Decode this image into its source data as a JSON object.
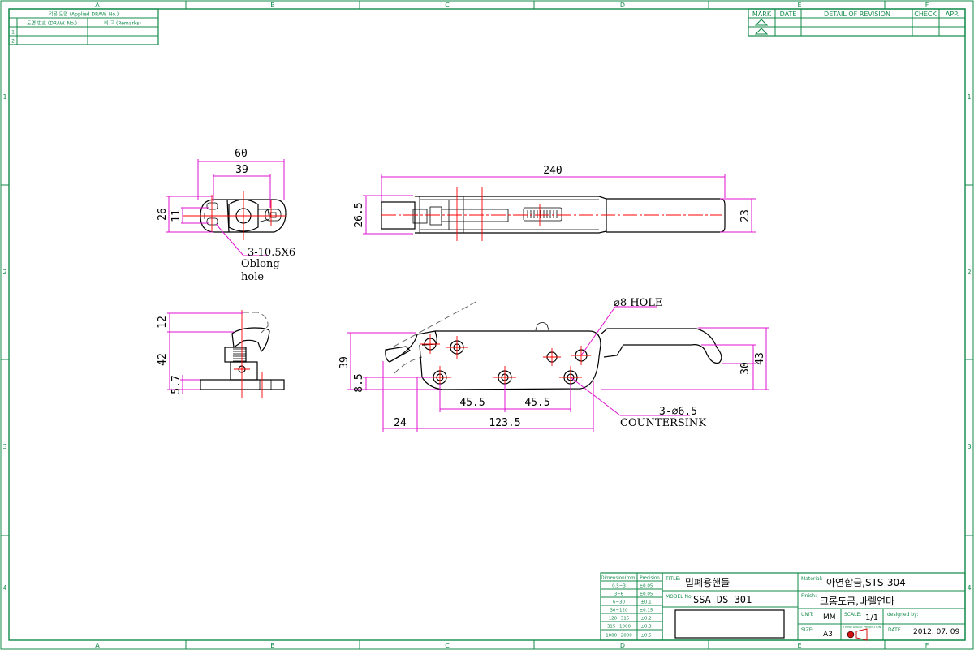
{
  "border": {
    "top_zones": [
      "A",
      "B",
      "C",
      "D",
      "E",
      "F"
    ],
    "bottom_zones": [
      "A",
      "B",
      "C",
      "D",
      "E",
      "F"
    ],
    "side_zones": [
      "1",
      "2",
      "3",
      "4"
    ]
  },
  "applied_table": {
    "header": "적용 도면 (Applied DRAW. No.)",
    "col1": "도면 번호 (DRAW. No.)",
    "col2": "비 고 (Remarks)",
    "rows": [
      "1",
      "2"
    ]
  },
  "revision_table": {
    "mark": "MARK",
    "date": "DATE",
    "detail": "DETAIL OF REVISION",
    "check": "CHECK",
    "app": "APP."
  },
  "dimensions": {
    "top_left_w60": "60",
    "top_left_w39": "39",
    "top_left_h26": "26",
    "top_left_h11": "11",
    "oblong_callout": "3-10.5X6",
    "oblong_note_1": "Oblong",
    "oblong_note_2": "hole",
    "top_right_len240": "240",
    "top_right_h26_5": "26.5",
    "top_right_h23": "23",
    "side_h12": "12",
    "side_h42": "42",
    "side_h5_7": "5.7",
    "front_hole8": "⌀8 HOLE",
    "front_h39": "39",
    "front_h8_5": "8.5",
    "front_h30": "30",
    "front_h43": "43",
    "front_w45_5a": "45.5",
    "front_w45_5b": "45.5",
    "front_w24": "24",
    "front_w123_5": "123.5",
    "countersink_callout": "3-⌀6.5",
    "countersink_note": "COUNTERSINK"
  },
  "title_block": {
    "tol_header_1": "Dimension(mm)",
    "tol_header_2": "Precision",
    "tolerances": [
      [
        "0.5~3",
        "±0.05"
      ],
      [
        "3~6",
        "±0.05"
      ],
      [
        "6~30",
        "±0.1"
      ],
      [
        "30~120",
        "±0.15"
      ],
      [
        "120~315",
        "±0.2"
      ],
      [
        "315~1000",
        "±0.3"
      ],
      [
        "1000~2000",
        "±0.5"
      ]
    ],
    "title_label": "TITLE:",
    "title_value": "밀폐용핸들",
    "model_label": "MODEL No.",
    "model_value": "SSA-DS-301",
    "material_label": "Material:",
    "material_value": "아연합금,STS-304",
    "finish_label": "Finish:",
    "finish_value": "크롬도금,바렐연마",
    "unit_label": "UNIT:",
    "unit_value": "MM",
    "scale_label": "SCALE:",
    "scale_value": "1/1",
    "designed_label": "designed by:",
    "size_label": "SIZE:",
    "size_value": "A3",
    "projection_label": "THIRD ANGLE PROJECTION",
    "date_label": "DATE :",
    "date_value": "2012. 07. 09"
  }
}
